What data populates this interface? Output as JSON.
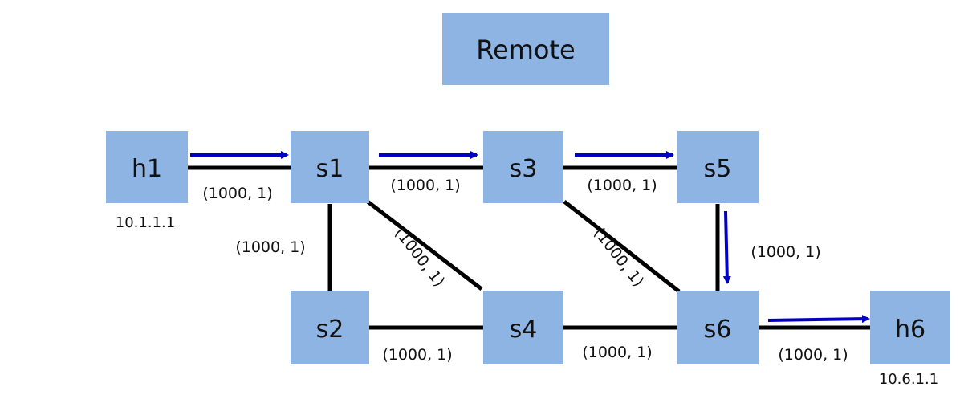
{
  "diagram": {
    "controller": {
      "label": "Remote"
    },
    "nodes": [
      {
        "id": "h1",
        "label": "h1"
      },
      {
        "id": "s1",
        "label": "s1"
      },
      {
        "id": "s3",
        "label": "s3"
      },
      {
        "id": "s5",
        "label": "s5"
      },
      {
        "id": "s2",
        "label": "s2"
      },
      {
        "id": "s4",
        "label": "s4"
      },
      {
        "id": "s6",
        "label": "s6"
      },
      {
        "id": "h6",
        "label": "h6"
      }
    ],
    "links": [
      {
        "from": "h1",
        "to": "s1",
        "label": "(1000, 1)"
      },
      {
        "from": "s1",
        "to": "s3",
        "label": "(1000, 1)"
      },
      {
        "from": "s3",
        "to": "s5",
        "label": "(1000, 1)"
      },
      {
        "from": "s1",
        "to": "s2",
        "label": "(1000, 1)"
      },
      {
        "from": "s1",
        "to": "s4",
        "label": "(1000, 1)"
      },
      {
        "from": "s3",
        "to": "s6",
        "label": "(1000, 1)"
      },
      {
        "from": "s5",
        "to": "s6",
        "label": "(1000, 1)"
      },
      {
        "from": "s2",
        "to": "s4",
        "label": "(1000, 1)"
      },
      {
        "from": "s4",
        "to": "s6",
        "label": "(1000, 1)"
      },
      {
        "from": "s6",
        "to": "h6",
        "label": "(1000, 1)"
      }
    ],
    "host_addresses": [
      {
        "host": "h1",
        "ip": "10.1.1.1"
      },
      {
        "host": "h6",
        "ip": "10.6.1.1"
      }
    ],
    "flow_path": [
      "h1",
      "s1",
      "s3",
      "s5",
      "s6",
      "h6"
    ],
    "colors": {
      "node_fill": "#8eb4e3",
      "link": "#000000",
      "flow_arrow": "#0000c0",
      "text": "#111111"
    }
  }
}
